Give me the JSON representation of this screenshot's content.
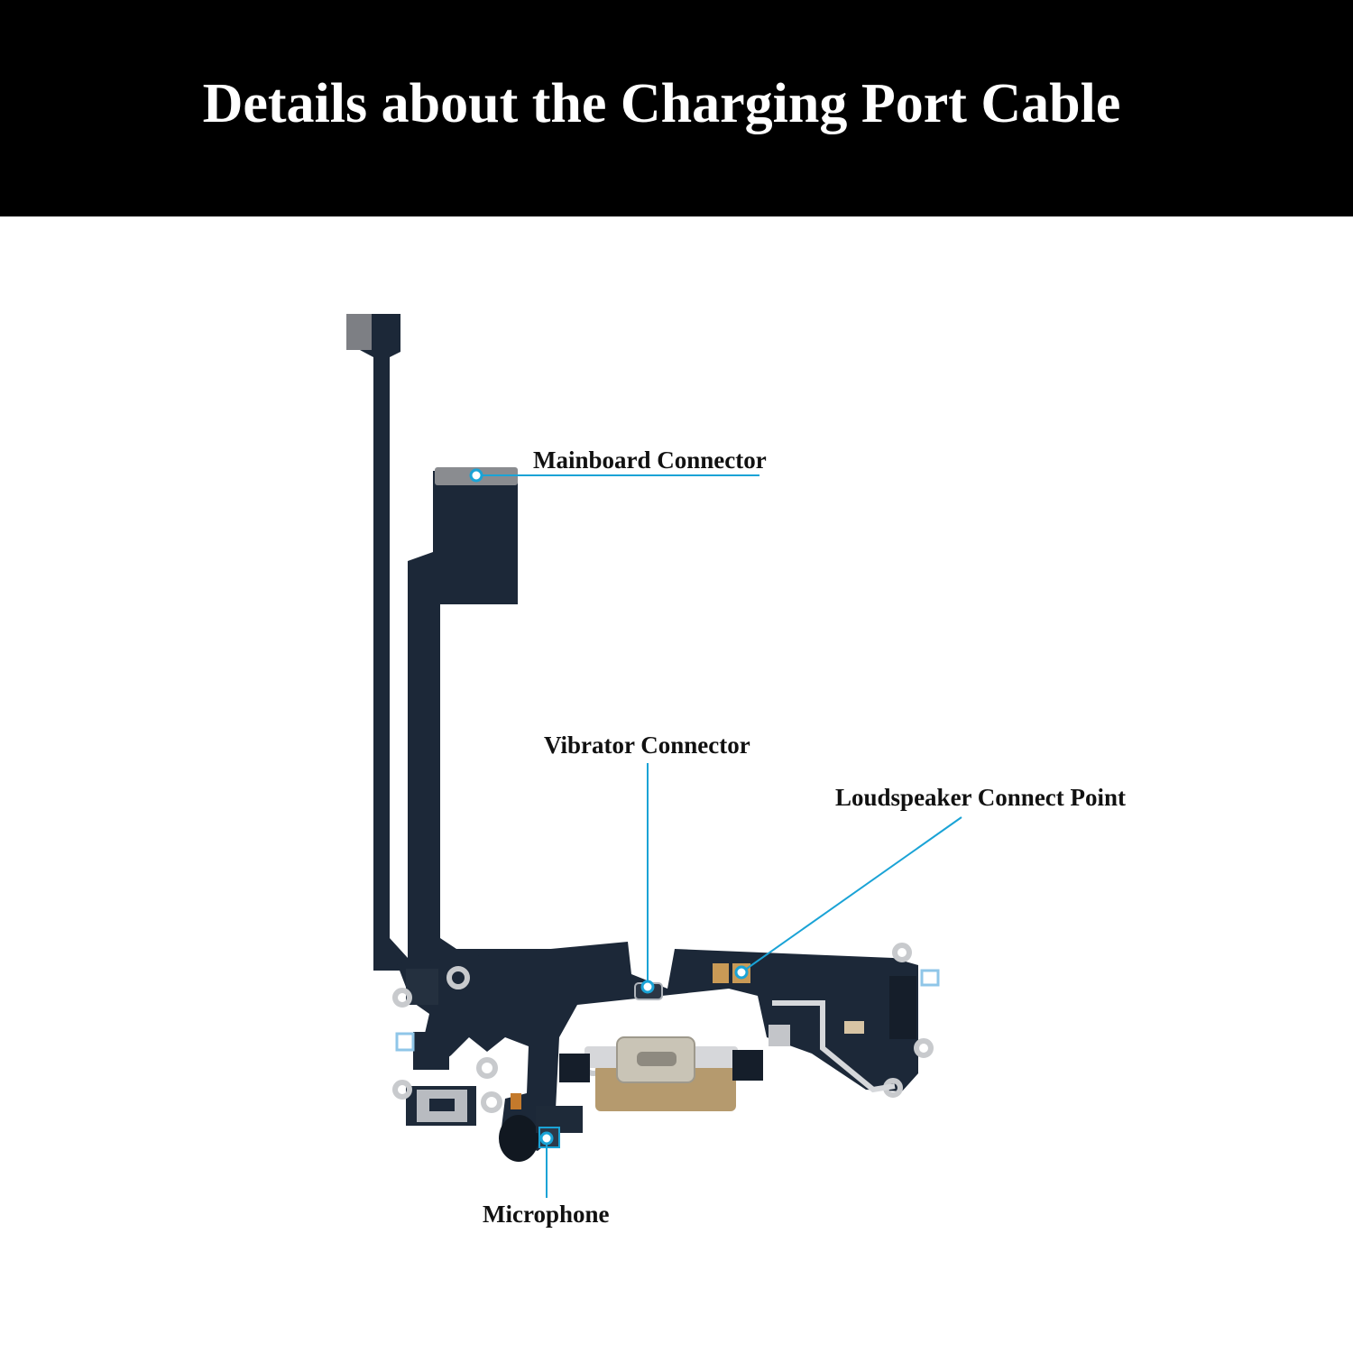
{
  "header": {
    "title": "Details about the Charging Port Cable"
  },
  "callouts": {
    "mainboard": "Mainboard Connector",
    "vibrator": "Vibrator Connector",
    "loudspeaker": "Loudspeaker Connect Point",
    "microphone": "Microphone"
  },
  "colors": {
    "header_bg": "#000000",
    "header_text": "#ffffff",
    "flex_cable": "#1c2838",
    "connector_metal": "#8a8c90",
    "callout_line": "#1aa3d6",
    "port_gold": "#b59a6e"
  }
}
